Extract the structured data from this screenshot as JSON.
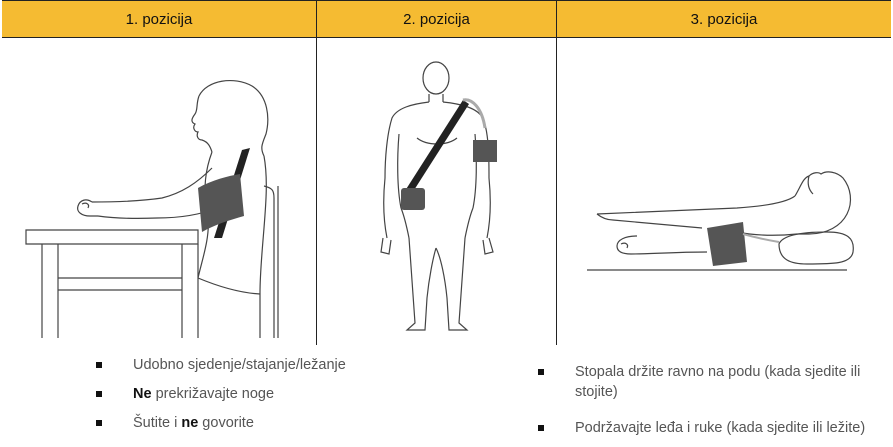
{
  "table": {
    "headers": [
      "1. pozicija",
      "2. pozicija",
      "3. pozicija"
    ]
  },
  "images": {
    "pos1": "person-seated-at-table-with-cuff",
    "pos2": "person-standing-with-cuff-and-strap",
    "pos3": "person-lying-down-with-cuff"
  },
  "instructions_left": [
    {
      "text": "Udobno sjedenje/stajanje/ležanje"
    },
    {
      "pre": "",
      "bold": "Ne",
      "post": " prekrižavajte noge"
    },
    {
      "pre": "Šutite i ",
      "bold": "ne",
      "post": " govorite"
    }
  ],
  "instructions_right": [
    {
      "line1": "Stopala držite ravno na podu (kada sjedite ili",
      "line2": "stojite)"
    },
    {
      "text": "Podržavajte leđa i ruke (kada sjedite ili ležite)"
    }
  ],
  "colors": {
    "header_bg": "#f5bb32",
    "cuff": "#555555"
  }
}
